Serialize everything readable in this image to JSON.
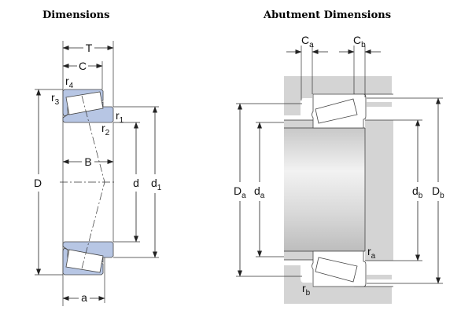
{
  "titles": {
    "left": "Dimensions",
    "right": "Abutment Dimensions"
  },
  "left_labels": {
    "T": "T",
    "C": "C",
    "B": "B",
    "a": "a",
    "D": "D",
    "d": "d",
    "d1": {
      "main": "d",
      "sub": "1"
    },
    "r1": {
      "main": "r",
      "sub": "1"
    },
    "r2": {
      "main": "r",
      "sub": "2"
    },
    "r3": {
      "main": "r",
      "sub": "3"
    },
    "r4": {
      "main": "r",
      "sub": "4"
    }
  },
  "right_labels": {
    "Ca": {
      "main": "C",
      "sub": "a"
    },
    "Cb": {
      "main": "C",
      "sub": "b"
    },
    "Da": {
      "main": "D",
      "sub": "a"
    },
    "da": {
      "main": "d",
      "sub": "a"
    },
    "db": {
      "main": "d",
      "sub": "b"
    },
    "Db": {
      "main": "D",
      "sub": "b"
    },
    "ra": {
      "main": "r",
      "sub": "a"
    },
    "rb": {
      "main": "r",
      "sub": "b"
    }
  },
  "colors": {
    "ring": "#b7c6e4",
    "housing": "#d4d4d4"
  }
}
